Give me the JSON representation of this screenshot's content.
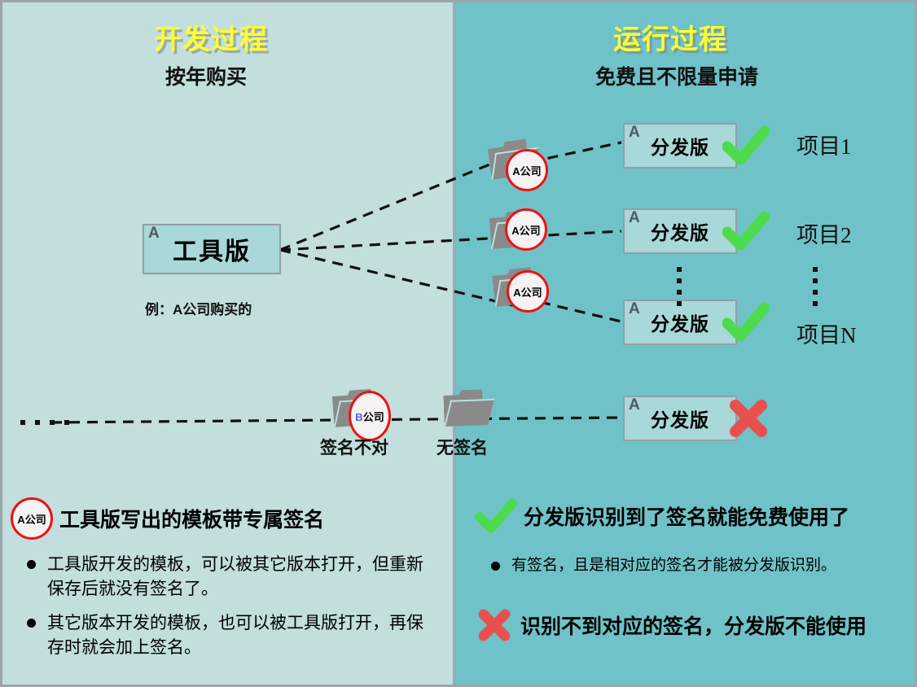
{
  "columns": {
    "left": {
      "title": "开发过程",
      "subtitle": "按年购买"
    },
    "right": {
      "title": "运行过程",
      "subtitle": "免费且不限量申请"
    }
  },
  "tool_version": {
    "corner": "A",
    "label": "工具版",
    "caption": "例：A公司购买的"
  },
  "signed_folders": [
    {
      "badge": "A公司",
      "badge_prefix": "A",
      "badge_suffix": "公司"
    },
    {
      "badge": "A公司",
      "badge_prefix": "A",
      "badge_suffix": "公司"
    },
    {
      "badge": "A公司",
      "badge_prefix": "A",
      "badge_suffix": "公司"
    }
  ],
  "distributions": [
    {
      "corner": "A",
      "label": "分发版",
      "status": "check-icon",
      "project": "项目1"
    },
    {
      "corner": "A",
      "label": "分发版",
      "status": "check-icon",
      "project": "项目2"
    },
    {
      "corner": "A",
      "label": "分发版",
      "status": "check-icon",
      "project": "项目N"
    },
    {
      "corner": "A",
      "label": "分发版",
      "status": "cross-icon",
      "project": ""
    }
  ],
  "failure_row": {
    "wrong_sign_badge_prefix": "B",
    "wrong_sign_badge_suffix": "公司",
    "wrong_sign_caption": "签名不对",
    "no_sign_caption": "无签名"
  },
  "ellipsis": {
    "vertical": "⋮",
    "horizontal": "· · · ·"
  },
  "legend": {
    "left": {
      "heading": "工具版写出的模板带专属签名",
      "badge_prefix": "A",
      "badge_suffix": "公司",
      "bullets": [
        "工具版开发的模板，可以被其它版本打开，但重新保存后就没有签名了。",
        "其它版本开发的模板，也可以被工具版打开，再保存时就会加上签名。"
      ]
    },
    "right": {
      "heading_ok": "分发版识别到了签名就能免费使用了",
      "heading_fail": "识别不到对应的签名，分发版不能使用",
      "bullets": [
        "有签名，且是相对应的签名才能被分发版识别。"
      ]
    }
  },
  "colors": {
    "left_bg": "#c2dedd",
    "right_bg": "#6fc2c8",
    "box_fill": "#a8d8d8",
    "box_border": "#90a0a4",
    "title_yellow": "#ffff33",
    "check_green": "#4ddb4d",
    "cross_red": "#e8504f",
    "badge_red": "#ee1111",
    "folder_grey": "#8a8a8a"
  }
}
